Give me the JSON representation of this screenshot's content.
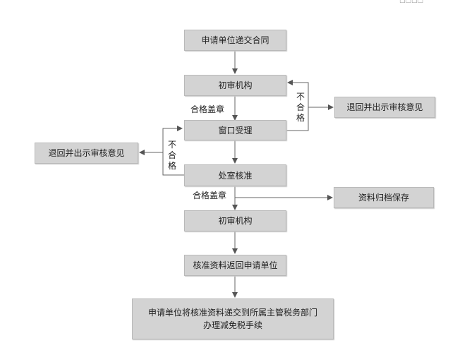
{
  "corner_mark": "□□□□",
  "nodes": {
    "n1": "申请单位递交合同",
    "n2": "初审机构",
    "n3": "窗口受理",
    "n4": "处室核准",
    "n5": "初审机构",
    "n6": "核准资料返回申请单位",
    "n7_line1": "申请单位将核准资料递交到所属主管税务部门",
    "n7_line2": "办理减免税手续",
    "reject_right": "退回并出示审核意见",
    "reject_left": "退回并出示审核意见",
    "archive": "资料归档保存"
  },
  "labels": {
    "pass1": "合格盖章",
    "pass2": "合格盖章",
    "fail_right": [
      "不",
      "合",
      "格"
    ],
    "fail_left": [
      "不",
      "合",
      "格"
    ]
  }
}
